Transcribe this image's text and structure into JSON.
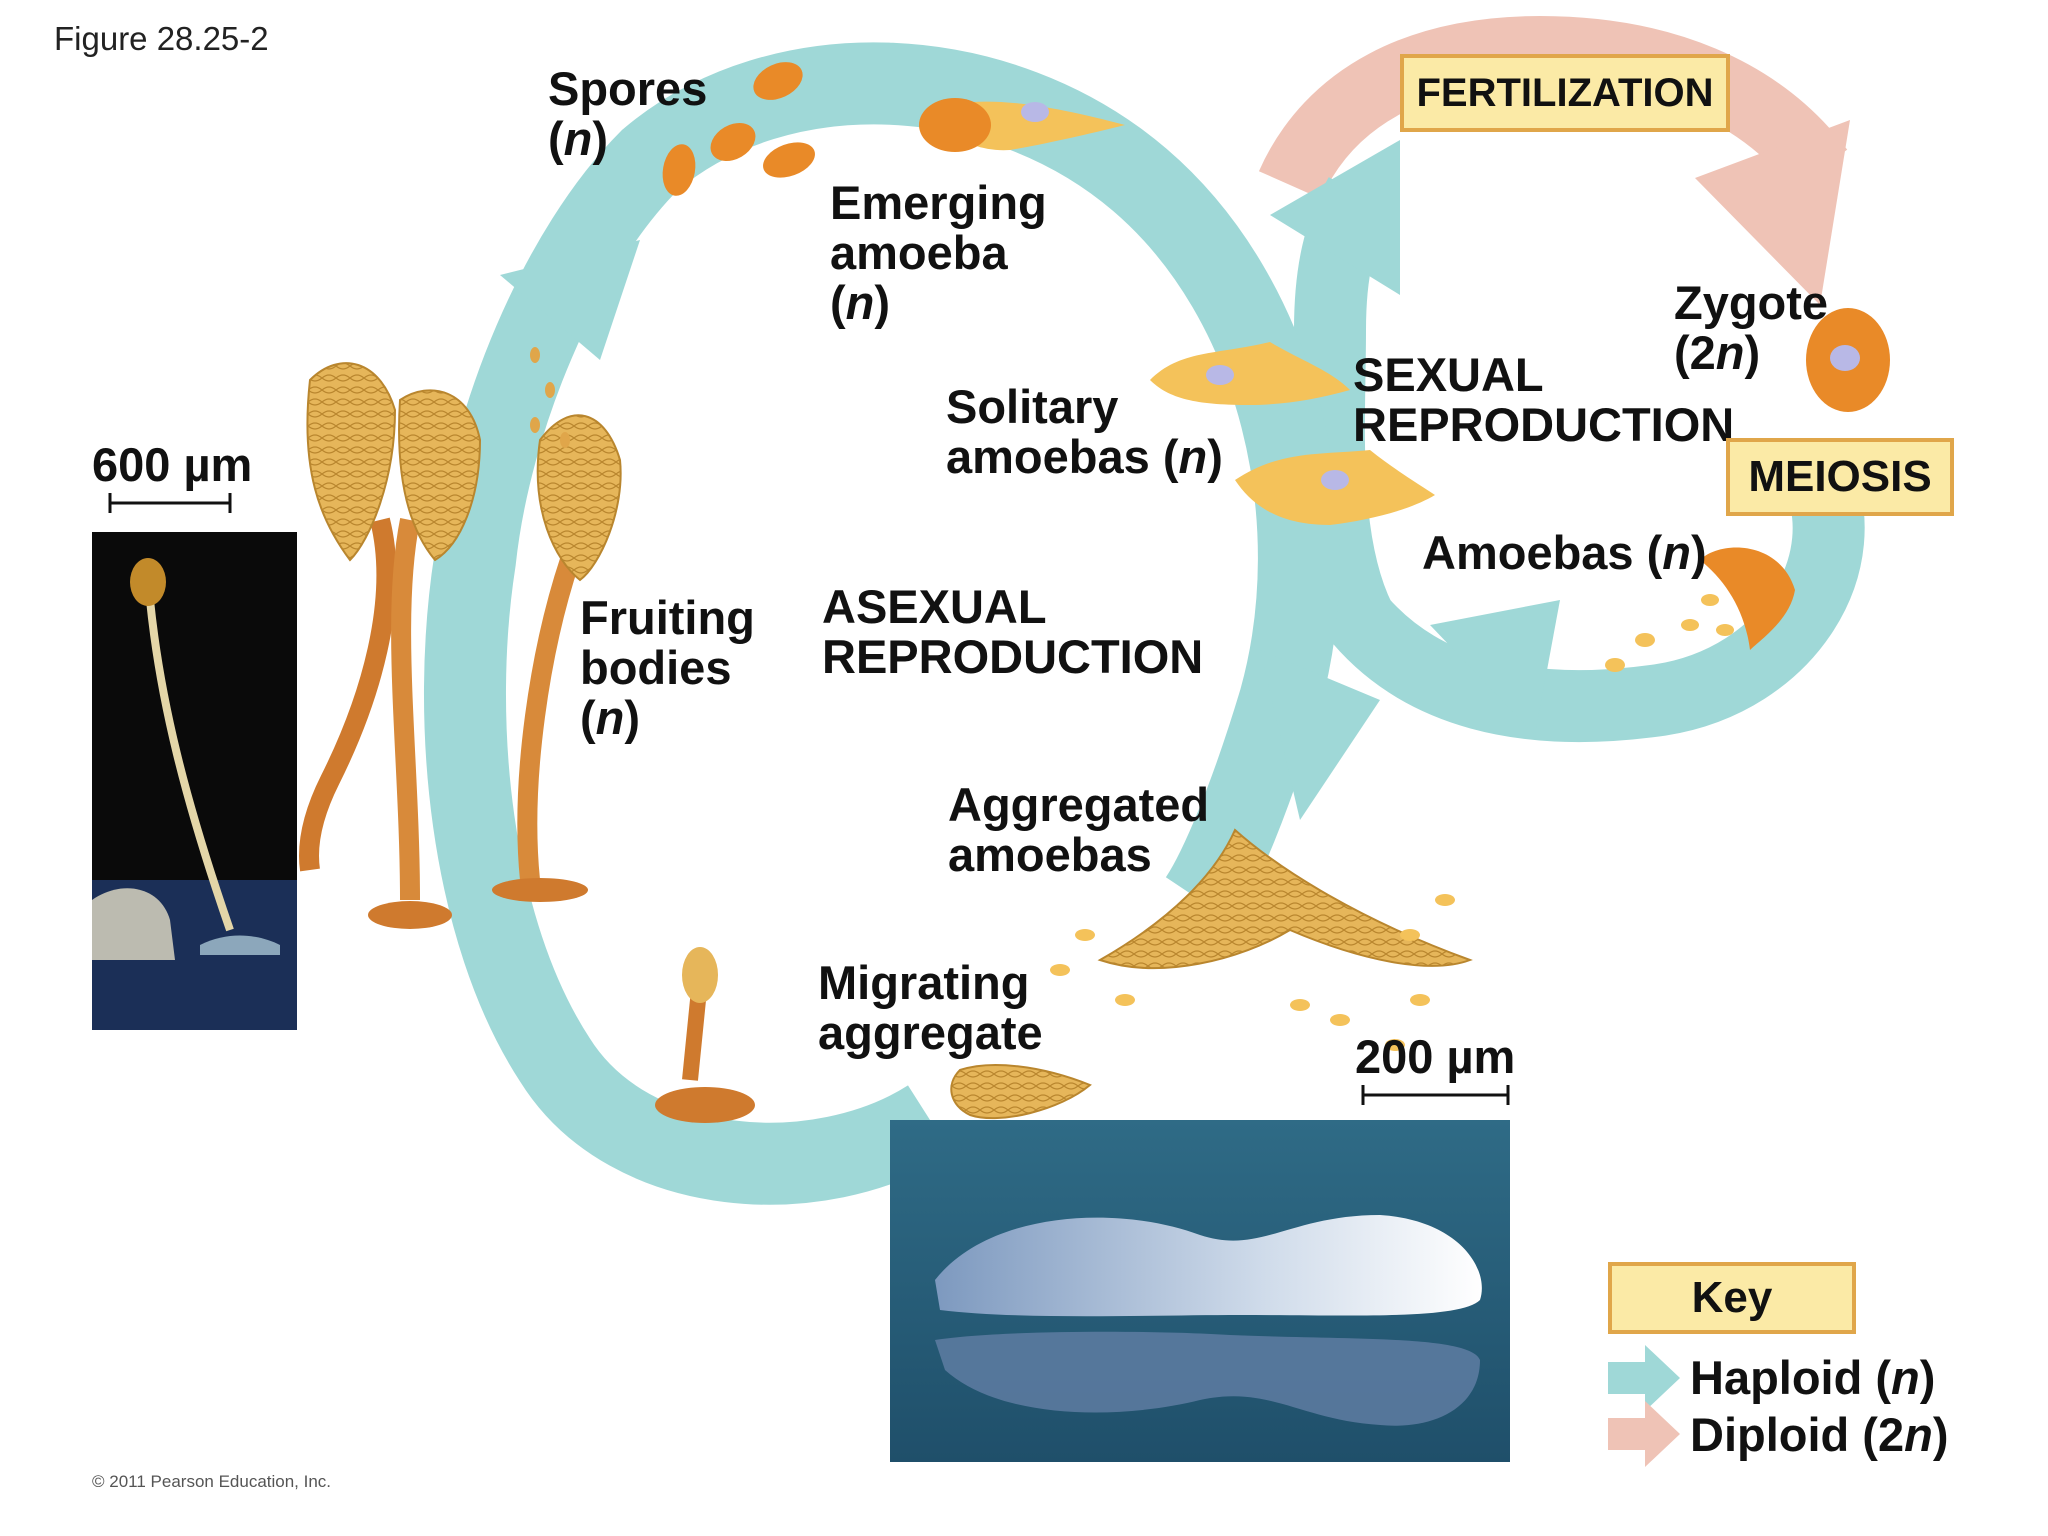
{
  "figure_label": "Figure 28.25-2",
  "copyright": "© 2011 Pearson Education, Inc.",
  "stages": {
    "spores": [
      "Spores",
      "(n)"
    ],
    "emerging_amoeba": [
      "Emerging",
      "amoeba",
      "(n)"
    ],
    "solitary_amoebas": [
      "Solitary",
      "amoebas (n)"
    ],
    "fruiting_bodies": [
      "Fruiting",
      "bodies",
      "(n)"
    ],
    "aggregated_amoebas": [
      "Aggregated",
      "amoebas"
    ],
    "migrating_aggregate": [
      "Migrating",
      "aggregate"
    ],
    "zygote": [
      "Zygote",
      "(2n)"
    ],
    "amoebas_n": "Amoebas (n)"
  },
  "processes": {
    "asexual": [
      "ASEXUAL",
      "REPRODUCTION"
    ],
    "sexual": [
      "SEXUAL",
      "REPRODUCTION"
    ],
    "fertilization": "FERTILIZATION",
    "meiosis": "MEIOSIS"
  },
  "scale_bars": {
    "left_photo": "600 µm",
    "bottom_photo": "200 µm"
  },
  "key": {
    "title": "Key",
    "items": [
      {
        "label": "Haploid (n)",
        "color": "#8fd3d3"
      },
      {
        "label": "Diploid (2n)",
        "color": "#e8b5a8"
      }
    ]
  },
  "colors": {
    "haploid_arrow": "#9fd8d7",
    "diploid_arrow": "#efc3b6",
    "cell_orange": "#e98a28",
    "cell_yellow": "#f4c25a",
    "box_fill": "#fbeaa6",
    "box_border": "#e0a64a"
  }
}
